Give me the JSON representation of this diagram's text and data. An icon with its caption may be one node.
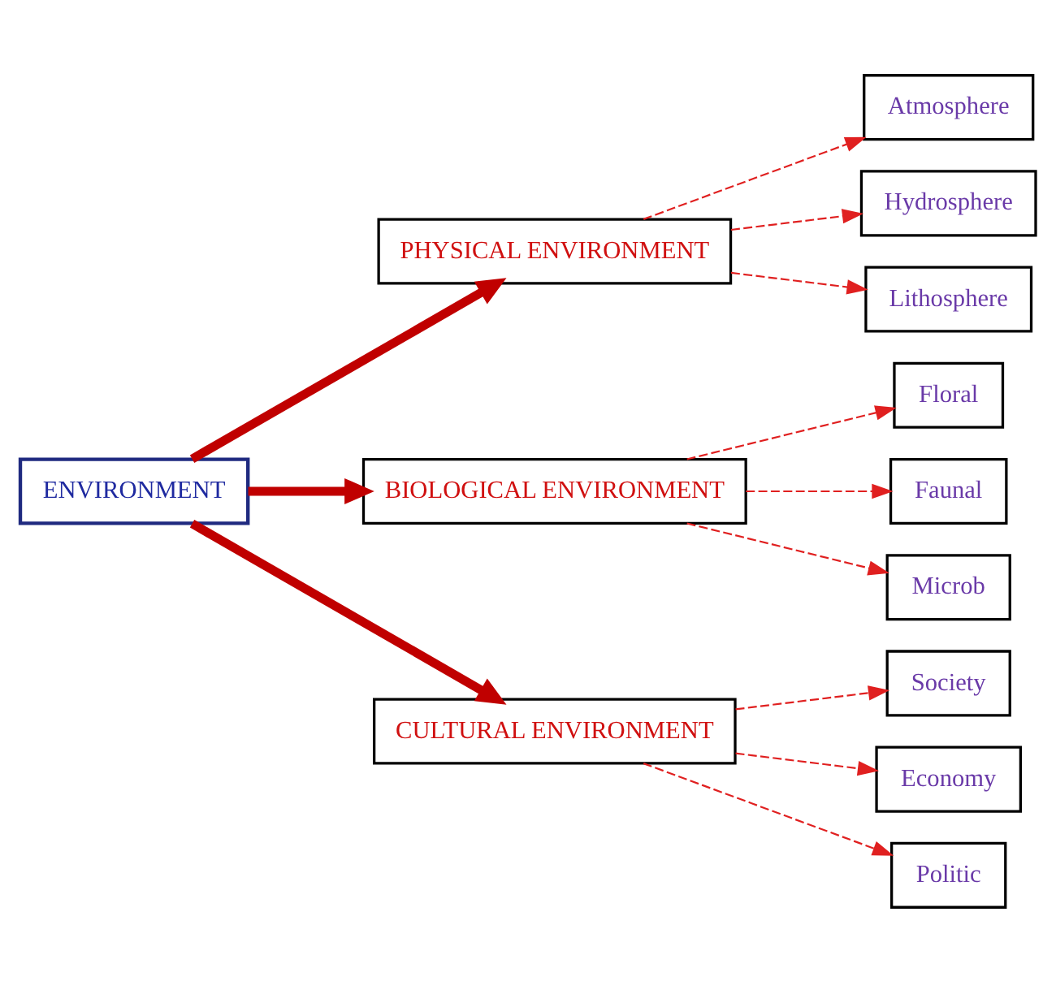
{
  "diagram": {
    "nodes": [
      {
        "text": [
          "ENVIRONMENT"
        ]
      },
      {
        "text": [
          "PHYSICAL ENVIRONMENT"
        ]
      },
      {
        "text": [
          "Atmosphere"
        ]
      },
      {
        "text": [
          "Hydrosphere"
        ]
      },
      {
        "text": [
          "Lithosphere"
        ]
      },
      {
        "text": [
          "BIOLOGICAL ENVIRONMENT"
        ]
      },
      {
        "text": [
          "Floral"
        ]
      },
      {
        "text": [
          "Faunal"
        ]
      },
      {
        "text": [
          "Microb"
        ]
      },
      {
        "text": [
          "CULTURAL ENVIRONMENT"
        ]
      },
      {
        "text": [
          "Society"
        ]
      },
      {
        "text": [
          "Economy"
        ]
      },
      {
        "text": [
          "Politic"
        ]
      }
    ],
    "edges": [
      {
        "from": 0,
        "to": 1,
        "arrow": "to",
        "style": "thick",
        "color": "#c00000"
      },
      {
        "from": 0,
        "to": 5,
        "arrow": "to",
        "style": "thick",
        "color": "#c00000"
      },
      {
        "from": 0,
        "to": 9,
        "arrow": "to",
        "style": "thick",
        "color": "#c00000"
      },
      {
        "from": 1,
        "to": 2,
        "arrow": "to",
        "style": "dashed"
      },
      {
        "from": 1,
        "to": 3,
        "arrow": "to",
        "style": "dashed"
      },
      {
        "from": 1,
        "to": 4,
        "arrow": "to",
        "style": "dashed"
      },
      {
        "from": 5,
        "to": 6,
        "arrow": "to",
        "style": "dashed"
      },
      {
        "from": 5,
        "to": 7,
        "arrow": "to",
        "style": "dashed"
      },
      {
        "from": 5,
        "to": 8,
        "arrow": "to",
        "style": "dashed"
      },
      {
        "from": 9,
        "to": 10,
        "arrow": "to",
        "style": "dashed"
      },
      {
        "from": 9,
        "to": 11,
        "arrow": "to",
        "style": "dashed"
      },
      {
        "from": 9,
        "to": 12,
        "arrow": "to",
        "style": "dashed"
      }
    ]
  }
}
